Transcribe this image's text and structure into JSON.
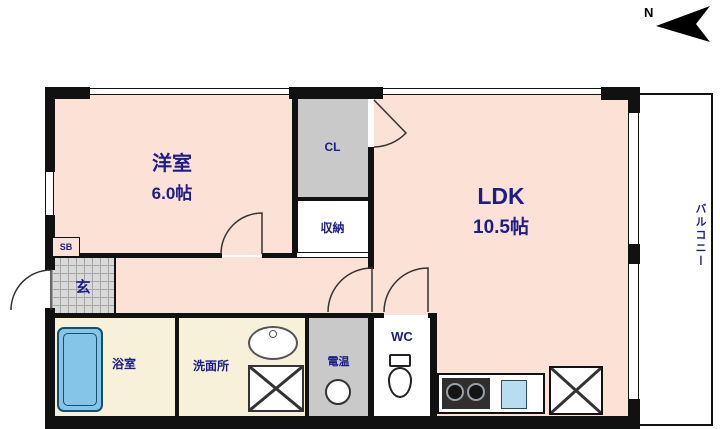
{
  "compass": {
    "label": "N"
  },
  "rooms": {
    "western": {
      "name": "洋室",
      "size": "6.0帖"
    },
    "ldk": {
      "name": "LDK",
      "size": "10.5帖"
    },
    "cl": {
      "label": "CL"
    },
    "storage": {
      "label": "収納"
    },
    "entrance": {
      "label": "玄"
    },
    "shoebox": {
      "label": "SB"
    },
    "bath": {
      "label": "浴室"
    },
    "washroom": {
      "label": "洗面所"
    },
    "heater": {
      "label": "電温"
    },
    "wc": {
      "label": "WC"
    },
    "balcony": {
      "label": "バルコニー"
    }
  },
  "colors": {
    "room_fill": "#fbe1d6",
    "service_fill": "#f6f1d8",
    "closet_fill": "#c9c9c9",
    "label_navy": "#1c1c8a",
    "tub_blue": "#85c6e8",
    "sink_blue": "#b9ddf0",
    "wall_black": "#111111"
  }
}
